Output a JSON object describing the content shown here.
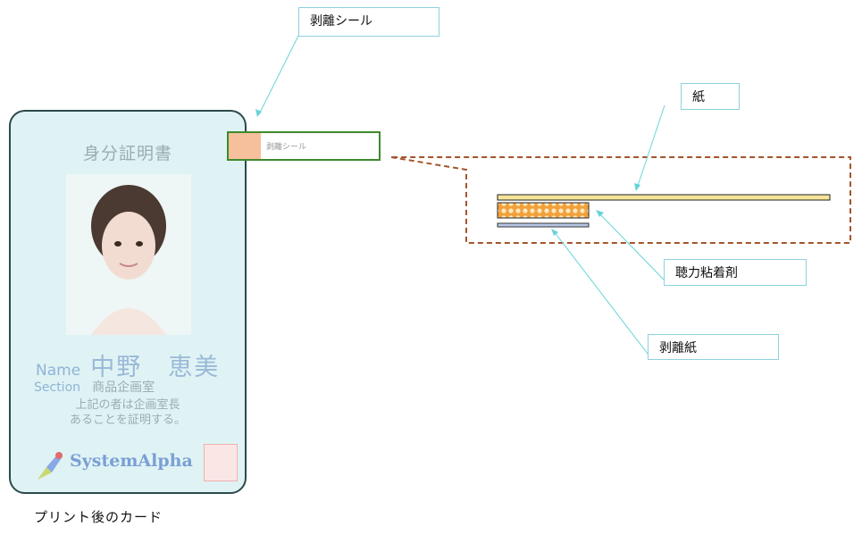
{
  "card": {
    "title": "身分証明書",
    "name_label": "Name",
    "name_value": "中野　恵美",
    "section_label": "Section",
    "section_value": "商品企画室",
    "certification": "上記の者は企画室長\nあることを証明する。",
    "logo_text": "SystemAlpha"
  },
  "seal": {
    "text": "剥離シール"
  },
  "labels": {
    "peel_seal": "剥離シール",
    "paper": "紙",
    "adhesive": "聴力粘着剤",
    "release_paper": "剥離紙"
  },
  "caption": "プリント後のカード",
  "colors": {
    "leader_line": "#66d4d8",
    "dashed_border": "#a4542a",
    "paper_layer": "#f5e59a",
    "adhesive_layer": "#f2a13a",
    "release_layer": "#b8c8e6",
    "seal_border": "#3e8a2e"
  }
}
